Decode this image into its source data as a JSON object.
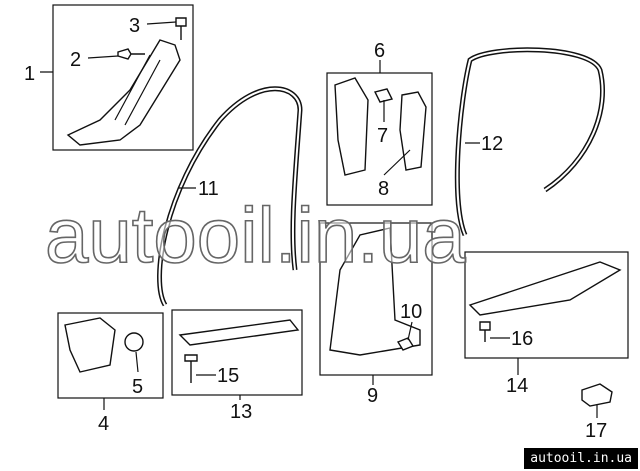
{
  "callouts": [
    "1",
    "2",
    "3",
    "4",
    "5",
    "6",
    "7",
    "8",
    "9",
    "10",
    "11",
    "12",
    "13",
    "14",
    "15",
    "16",
    "17"
  ],
  "watermark": "autooil.in.ua",
  "footer": "autooil.in.ua"
}
